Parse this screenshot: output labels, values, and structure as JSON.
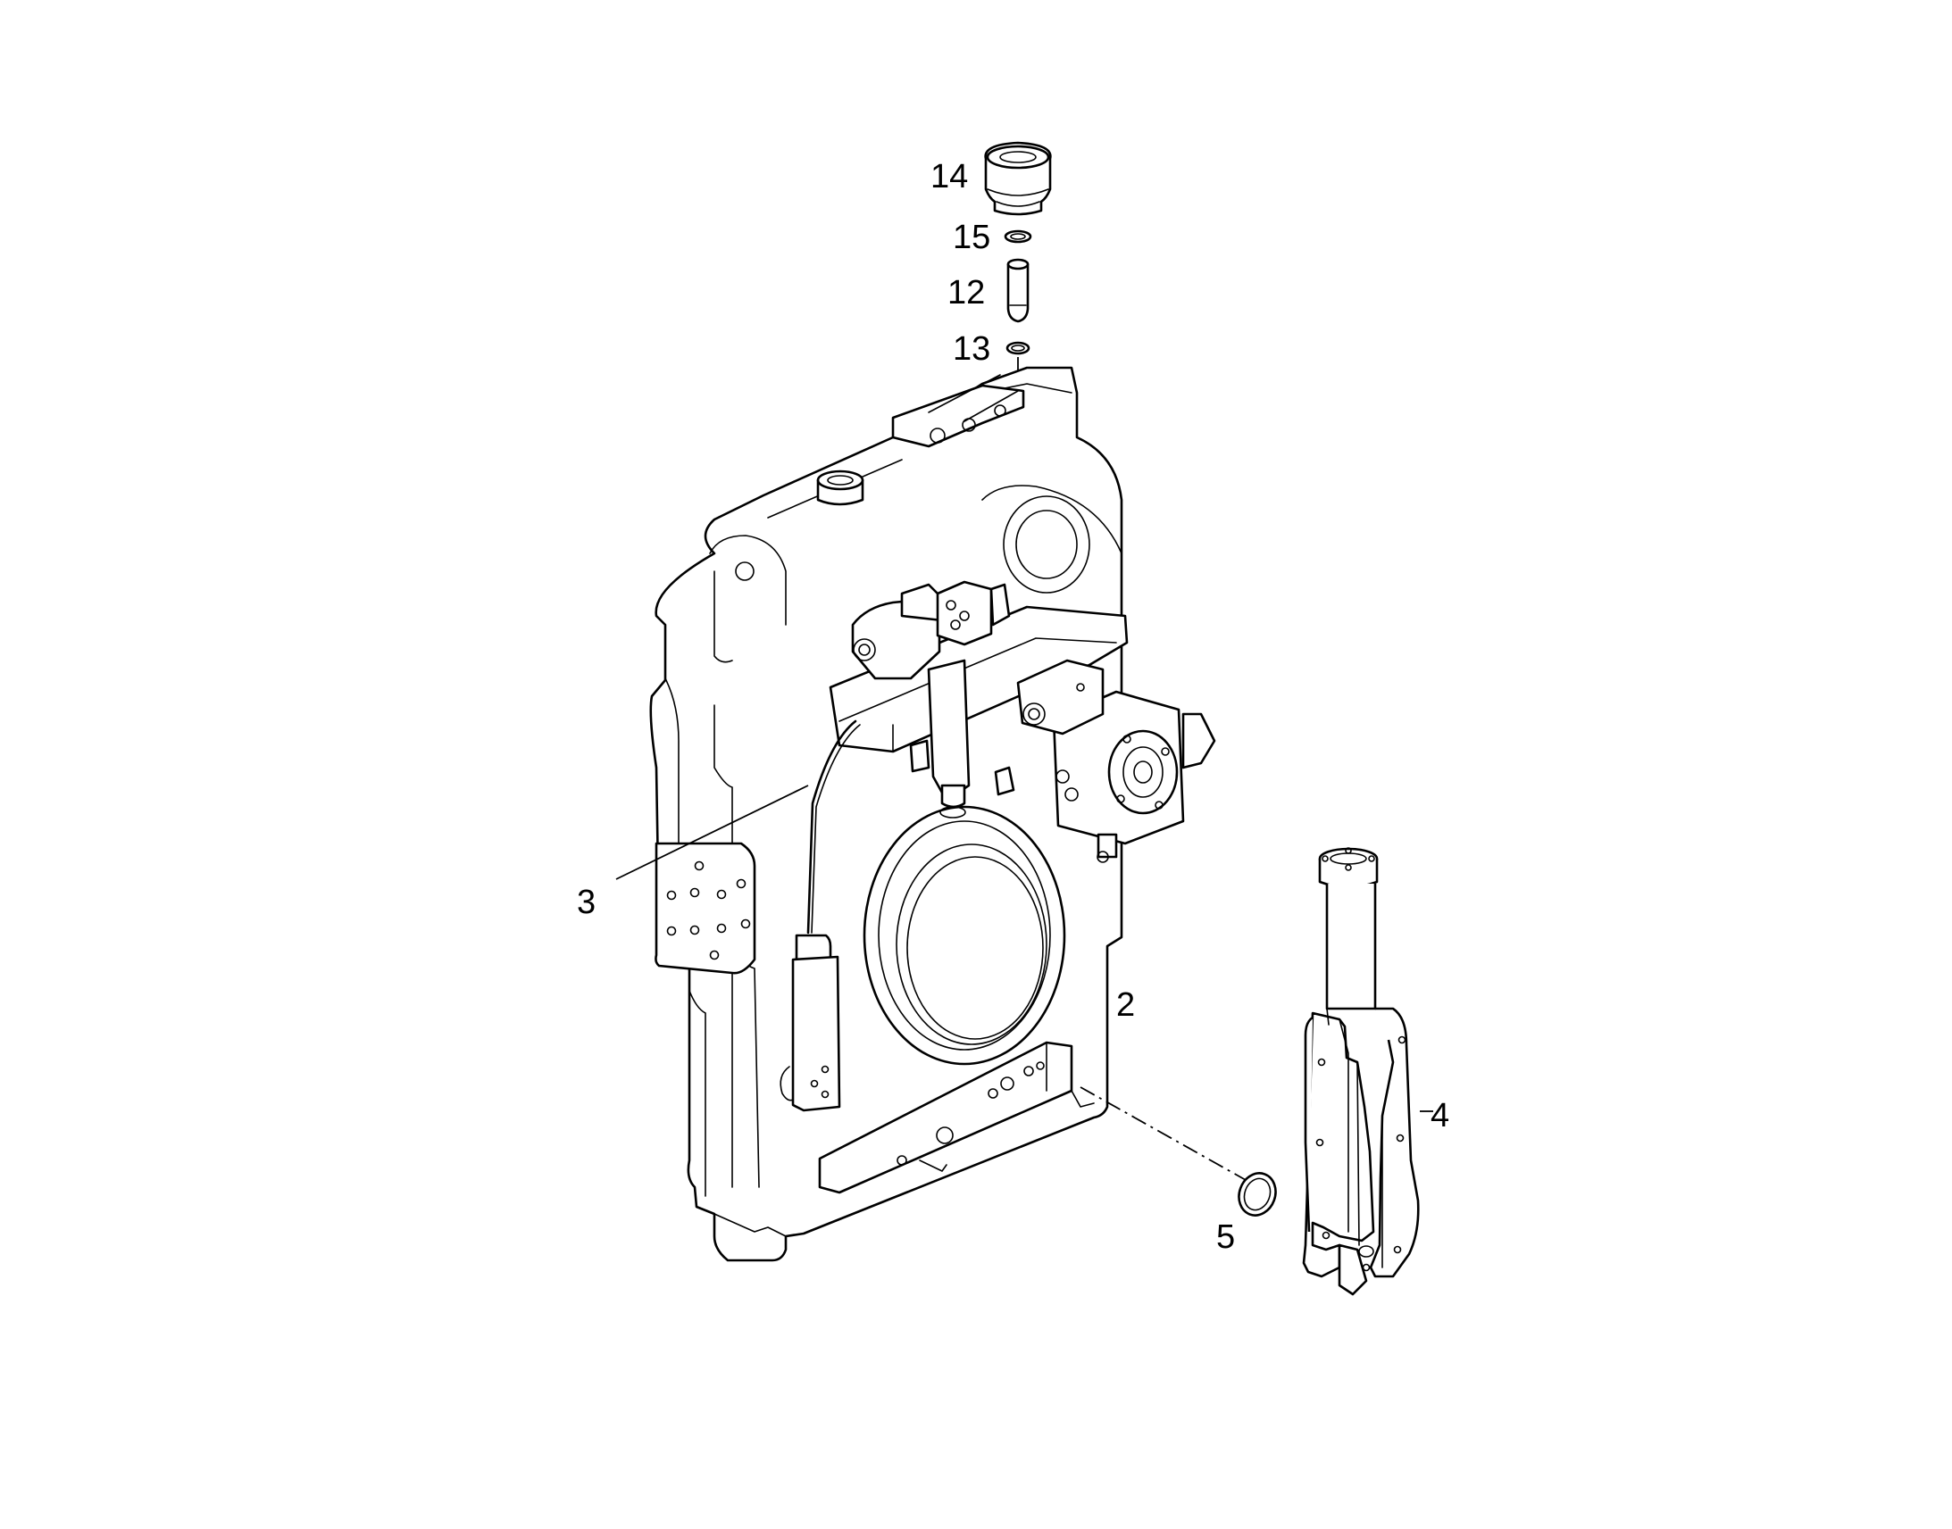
{
  "callouts": {
    "c14": "14",
    "c15": "15",
    "c12": "12",
    "c13": "13",
    "c3": "3",
    "c2": "2",
    "c4": "4",
    "c5": "5"
  }
}
